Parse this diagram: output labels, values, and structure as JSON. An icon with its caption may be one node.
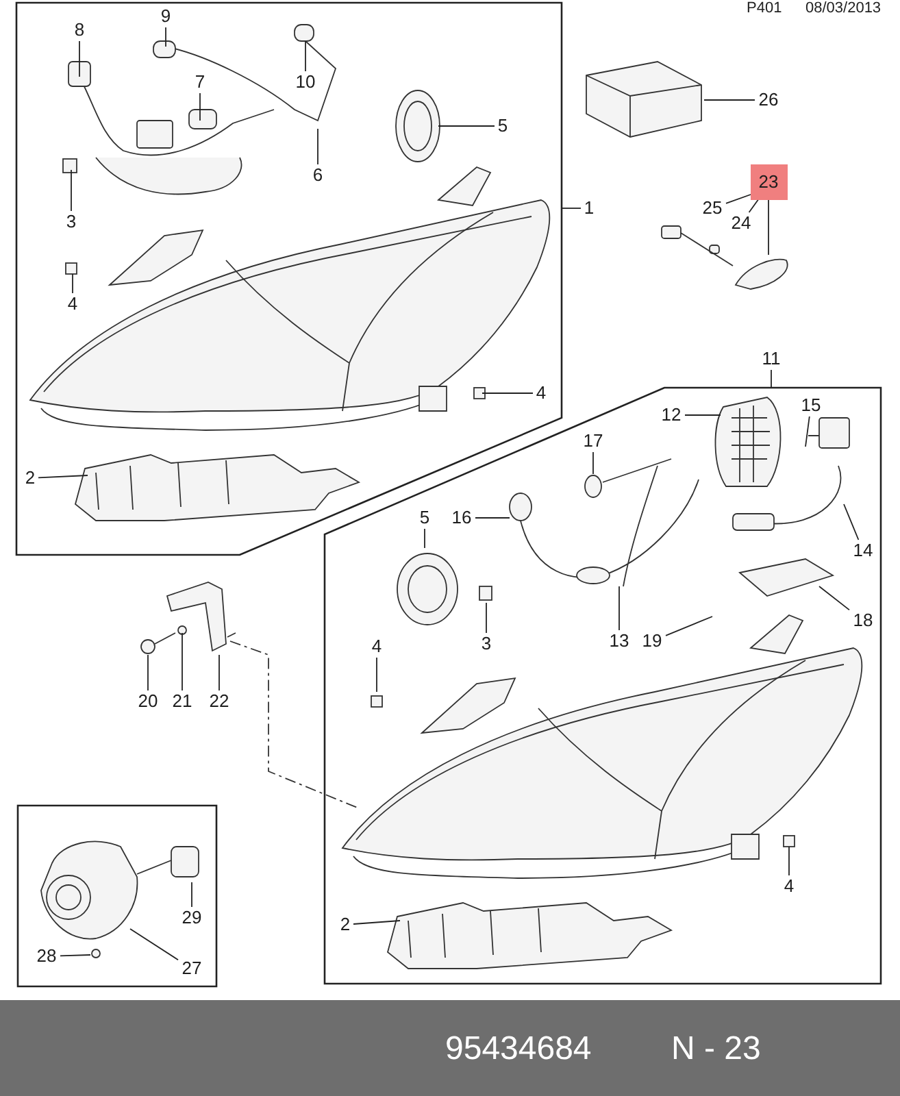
{
  "diagram": {
    "nodes": [
      {
        "text": [],
        "shape": "box"
      },
      {
        "text": [
          "8"
        ],
        "in": 0
      },
      {
        "text": [
          "9"
        ],
        "in": 0
      },
      {
        "text": [
          "7"
        ],
        "in": 0
      },
      {
        "text": [
          "10"
        ],
        "in": 0
      },
      {
        "text": [
          "6"
        ],
        "in": 0
      },
      {
        "text": [
          "5"
        ],
        "in": 0
      },
      {
        "text": [
          "3"
        ],
        "in": 0
      },
      {
        "text": [
          "4"
        ],
        "in": 0
      },
      {
        "text": [
          "4"
        ],
        "in": 0
      },
      {
        "text": [
          "2"
        ],
        "in": 0
      },
      {
        "text": [
          "1"
        ]
      },
      {
        "text": [
          "26"
        ]
      },
      {
        "text": [
          "23"
        ]
      },
      {
        "text": [
          "25"
        ]
      },
      {
        "text": [
          "24"
        ]
      },
      {
        "text": [
          "11"
        ]
      },
      {
        "text": [],
        "shape": "box"
      },
      {
        "text": [
          "12"
        ],
        "in": 17
      },
      {
        "text": [
          "15"
        ],
        "in": 17
      },
      {
        "text": [
          "17"
        ],
        "in": 17
      },
      {
        "text": [
          "16"
        ],
        "in": 17
      },
      {
        "text": [
          "14"
        ],
        "in": 17
      },
      {
        "text": [
          "5"
        ],
        "in": 17
      },
      {
        "text": [
          "4"
        ],
        "in": 17
      },
      {
        "text": [
          "3"
        ],
        "in": 17
      },
      {
        "text": [
          "13"
        ],
        "in": 17
      },
      {
        "text": [
          "19"
        ],
        "in": 17
      },
      {
        "text": [
          "18"
        ],
        "in": 17
      },
      {
        "text": [
          "4"
        ],
        "in": 17
      },
      {
        "text": [
          "2"
        ],
        "in": 17
      },
      {
        "text": [
          "20"
        ]
      },
      {
        "text": [
          "21"
        ]
      },
      {
        "text": [
          "22"
        ]
      },
      {
        "text": [],
        "shape": "box"
      },
      {
        "text": [
          "29"
        ],
        "in": 34
      },
      {
        "text": [
          "28"
        ],
        "in": 34
      },
      {
        "text": [
          "27"
        ],
        "in": 34
      },
      {
        "text": [],
        "shape": "picture"
      },
      {
        "text": [],
        "shape": "picture"
      },
      {
        "text": [],
        "shape": "picture"
      }
    ],
    "edges": [
      {
        "from": 1,
        "to": null,
        "arrow": "none"
      },
      {
        "from": 2,
        "to": null,
        "arrow": "none"
      },
      {
        "from": 3,
        "to": null,
        "arrow": "none"
      },
      {
        "from": 4,
        "to": null,
        "arrow": "none"
      },
      {
        "from": 5,
        "to": null,
        "arrow": "none"
      },
      {
        "from": 6,
        "to": null,
        "arrow": "none"
      },
      {
        "from": 7,
        "to": null,
        "arrow": "none"
      },
      {
        "from": 8,
        "to": null,
        "arrow": "none"
      },
      {
        "from": 9,
        "to": null,
        "arrow": "none"
      },
      {
        "from": 10,
        "to": null,
        "arrow": "none"
      },
      {
        "from": 11,
        "to": 0,
        "arrow": "none"
      },
      {
        "from": 12,
        "to": 38,
        "arrow": "none"
      },
      {
        "from": 13,
        "to": 39,
        "arrow": "none"
      },
      {
        "from": 14,
        "to": 13,
        "arrow": "none"
      },
      {
        "from": 15,
        "to": 13,
        "arrow": "none"
      },
      {
        "from": 16,
        "to": 17,
        "arrow": "none"
      },
      {
        "from": 18,
        "to": null,
        "arrow": "none"
      },
      {
        "from": 19,
        "to": null,
        "arrow": "none"
      },
      {
        "from": 20,
        "to": null,
        "arrow": "none"
      },
      {
        "from": 21,
        "to": null,
        "arrow": "none"
      },
      {
        "from": 22,
        "to": null,
        "arrow": "none"
      },
      {
        "from": 23,
        "to": null,
        "arrow": "none"
      },
      {
        "from": 24,
        "to": null,
        "arrow": "none"
      },
      {
        "from": 25,
        "to": null,
        "arrow": "none"
      },
      {
        "from": 26,
        "to": null,
        "arrow": "none"
      },
      {
        "from": 27,
        "to": null,
        "arrow": "none"
      },
      {
        "from": 28,
        "to": null,
        "arrow": "none"
      },
      {
        "from": 29,
        "to": null,
        "arrow": "none"
      },
      {
        "from": 30,
        "to": null,
        "arrow": "none"
      },
      {
        "from": 31,
        "to": 40,
        "arrow": "none"
      },
      {
        "from": 32,
        "to": 40,
        "arrow": "none"
      },
      {
        "from": 33,
        "to": 40,
        "arrow": "none"
      },
      {
        "from": 35,
        "to": null,
        "arrow": "none"
      },
      {
        "from": 36,
        "to": null,
        "arrow": "none"
      },
      {
        "from": 37,
        "to": null,
        "arrow": "none"
      }
    ],
    "labels": [
      "P401",
      "08/03/2013",
      "95434684",
      "N - 23"
    ]
  }
}
